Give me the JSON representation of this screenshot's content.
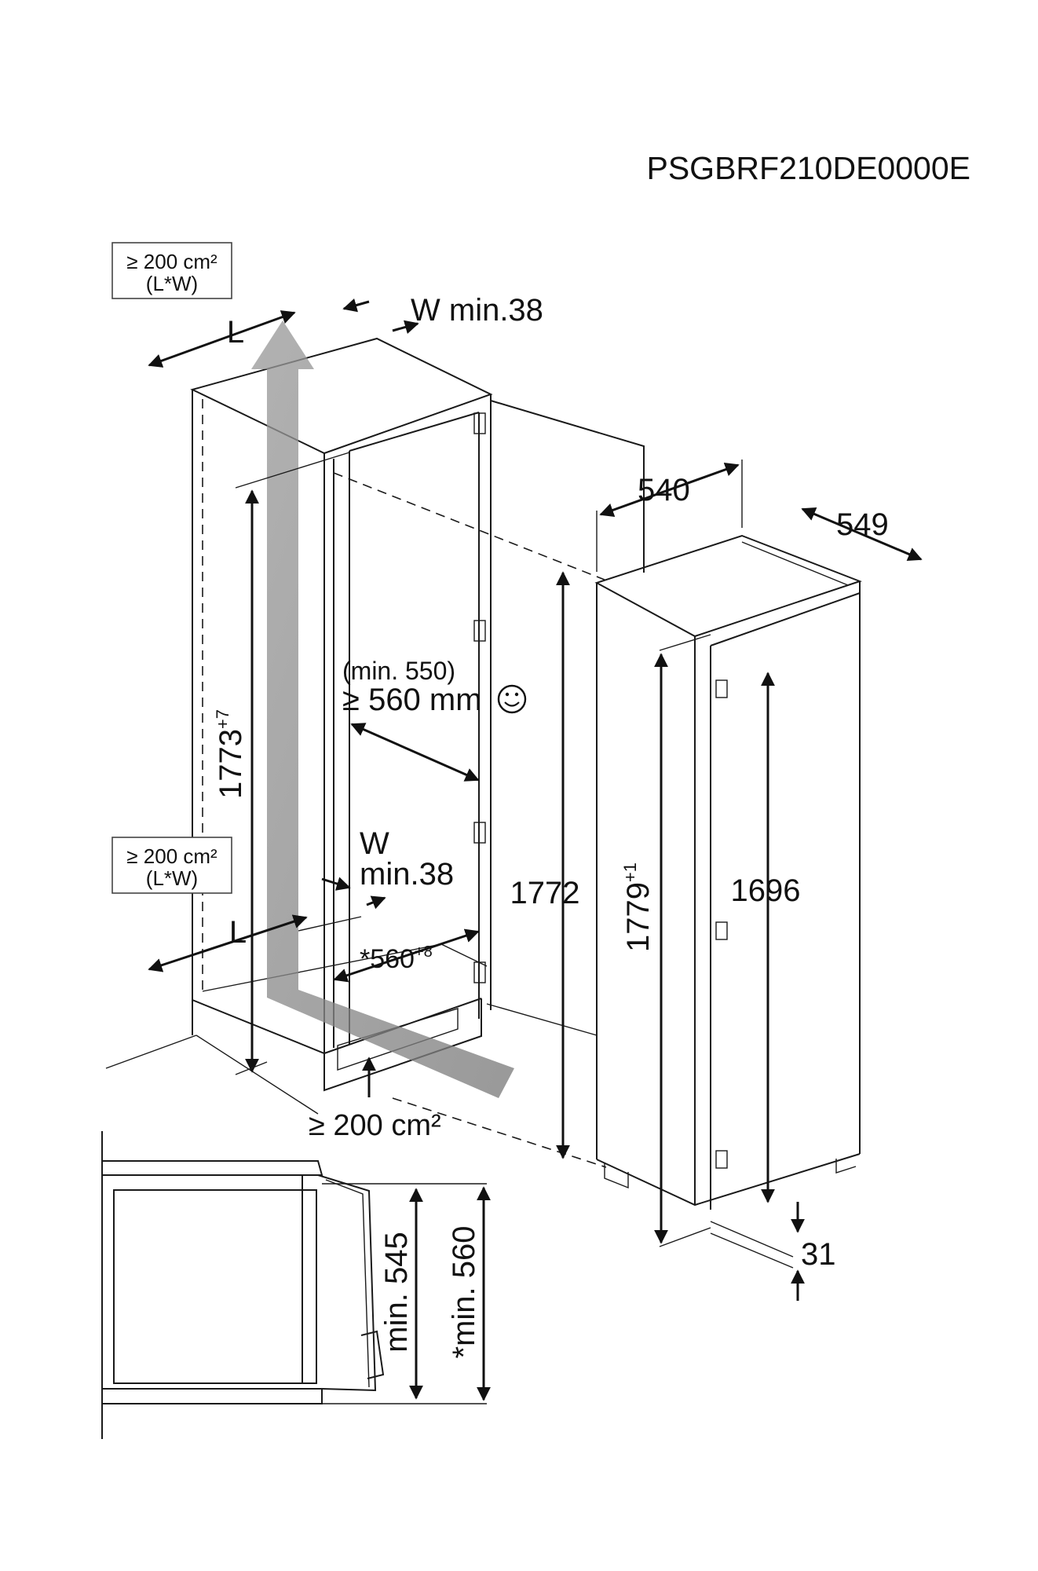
{
  "model_code": "PSGBRF210DE0000E",
  "vent": {
    "top_area": "≥ 200 cm²",
    "top_area_sub": "(L*W)",
    "bottom_area": "≥ 200 cm²",
    "bottom_area_sub": "(L*W)",
    "plinth_area": "≥ 200 cm²",
    "length_symbol_top": "L",
    "length_symbol_bottom": "L",
    "width_top": "W min.38",
    "width_bottom_1": "W",
    "width_bottom_2": "min.38"
  },
  "niche": {
    "height": "1773",
    "height_tol": "+7",
    "depth_min": "(min. 550)",
    "depth_recommended": "≥ 560 mm",
    "width": "*560",
    "width_tol": "+8"
  },
  "appliance": {
    "width": "540",
    "depth": "549",
    "height_body": "1772",
    "height_total": "1779",
    "height_total_tol": "+1",
    "door_height": "1696",
    "gap": "31"
  },
  "section": {
    "min_opening": "min. 545",
    "min_niche": "*min. 560"
  },
  "icons": [
    "smiley-icon"
  ],
  "colors": {
    "airflow_arrow": "#9a9a9a",
    "lines": "#1a1a1a"
  }
}
